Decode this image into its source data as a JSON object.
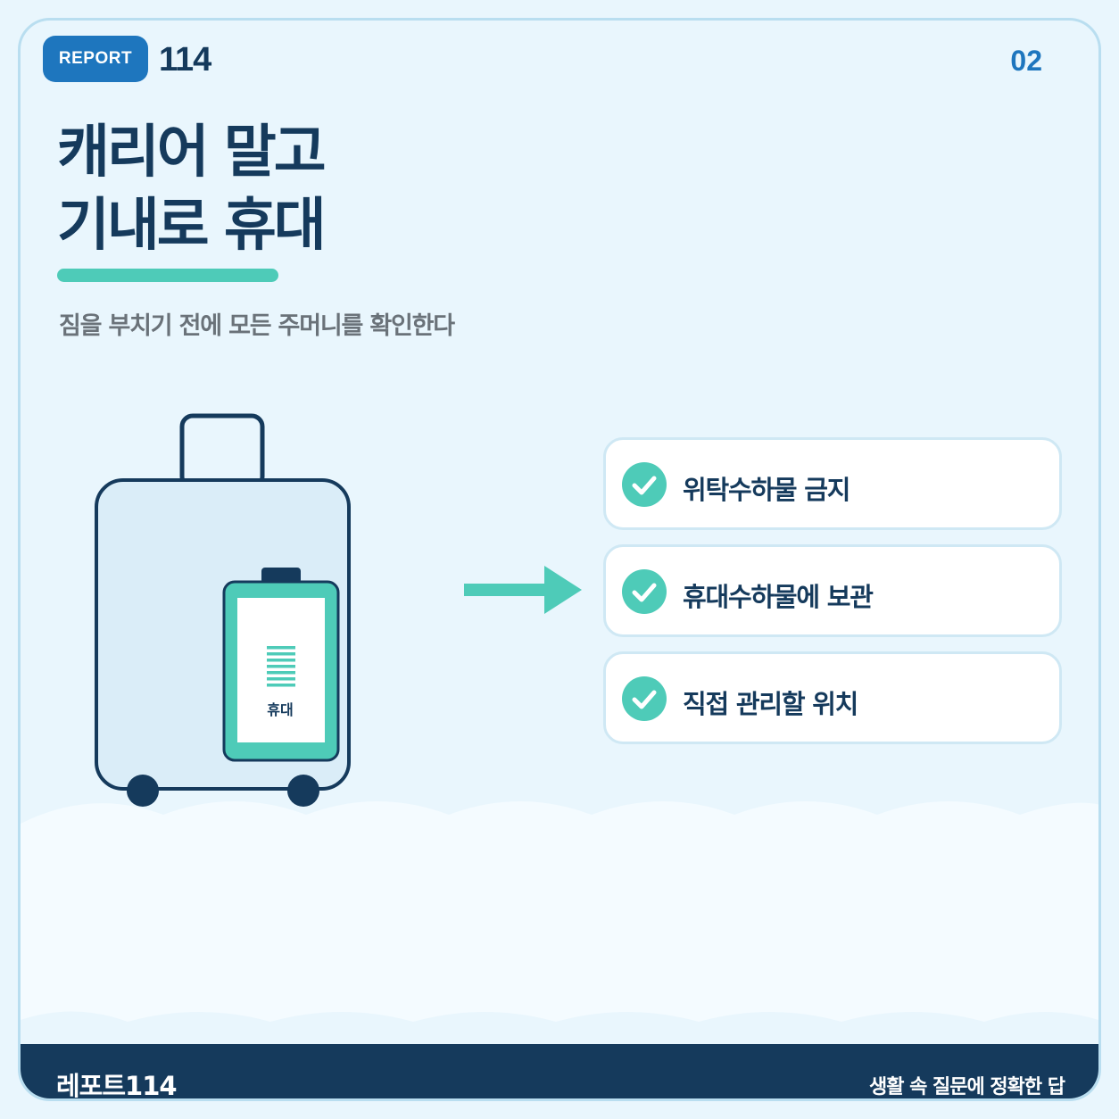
{
  "header": {
    "badge": "REPORT",
    "number": "114",
    "page": "02"
  },
  "title": {
    "line1": "캐리어 말고",
    "line2": "기내로 휴대"
  },
  "subtitle": "짐을 부치기 전에 모든 주머니를 확인한다",
  "illustration": {
    "tag_label": "휴대",
    "icons": [
      "suitcase-icon",
      "battery-icon",
      "arrow-right-icon"
    ]
  },
  "checklist": [
    {
      "label": "위탁수하물 금지",
      "icon": "check-icon"
    },
    {
      "label": "휴대수하물에 보관",
      "icon": "check-icon"
    },
    {
      "label": "직접 관리할 위치",
      "icon": "check-icon"
    }
  ],
  "footer": {
    "brand": "레포트114",
    "tagline": "생활 속 질문에 정확한 답"
  },
  "colors": {
    "navy": "#153a5c",
    "blue": "#1e76be",
    "teal": "#4ecbb8",
    "background": "#e9f6fd"
  }
}
